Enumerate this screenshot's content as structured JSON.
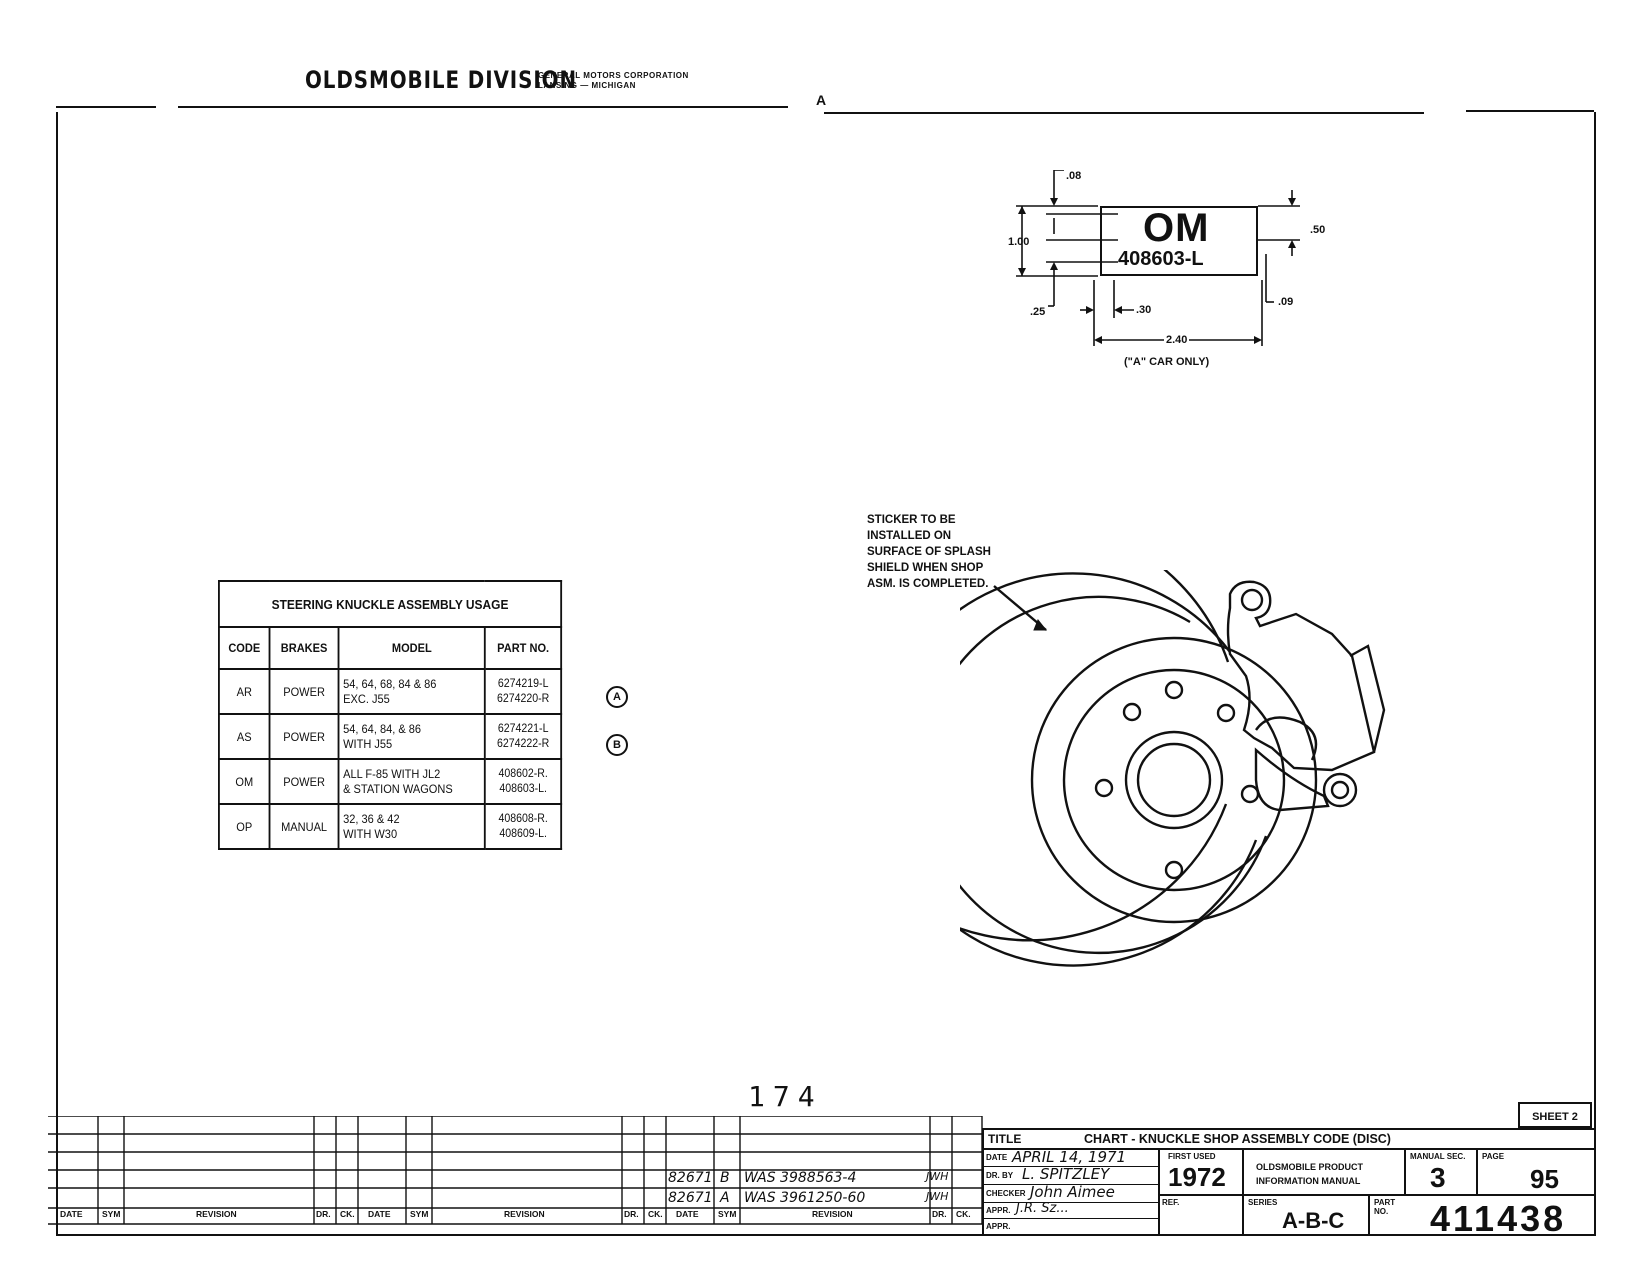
{
  "header": {
    "division": "OLDSMOBILE DIVISION",
    "corporation": "GENERAL MOTORS CORPORATION",
    "location": "LANSING — MICHIGAN",
    "top_mark": "A"
  },
  "usage_table": {
    "title": "STEERING KNUCKLE ASSEMBLY USAGE",
    "columns": [
      "CODE",
      "BRAKES",
      "MODEL",
      "PART NO."
    ],
    "rows": [
      {
        "code": "AR",
        "brakes": "POWER",
        "model_1": "54, 64, 68, 84 & 86",
        "model_2": "EXC. J55",
        "part_1": "6274219-L",
        "part_2": "6274220-R",
        "mark": "A"
      },
      {
        "code": "AS",
        "brakes": "POWER",
        "model_1": "54, 64, 84, & 86",
        "model_2": "WITH J55",
        "part_1": "6274221-L",
        "part_2": "6274222-R",
        "mark": "B"
      },
      {
        "code": "OM",
        "brakes": "POWER",
        "model_1": "ALL F-85 WITH JL2",
        "model_2": "& STATION WAGONS",
        "part_1": "408602-R.",
        "part_2": "408603-L.",
        "mark": ""
      },
      {
        "code": "OP",
        "brakes": "MANUAL",
        "model_1": "32, 36 & 42",
        "model_2": "WITH W30",
        "part_1": "408608-R.",
        "part_2": "408609-L.",
        "mark": ""
      }
    ]
  },
  "sticker": {
    "code": "OM",
    "part": "408603-L",
    "dims": {
      "d008": ".08",
      "d100": "1.00",
      "d050": ".50",
      "d009": ".09",
      "d025": ".25",
      "d030": ".30",
      "d240": "2.40"
    },
    "caption": "(\"A\" CAR ONLY)"
  },
  "callout": {
    "lines": [
      "STICKER TO BE",
      "INSTALLED ON",
      "SURFACE OF SPLASH",
      "SHIELD WHEN SHOP",
      "ASM. IS COMPLETED."
    ]
  },
  "page_mark": "174",
  "sheet": "SHEET 2",
  "revision_block": {
    "headers_left": [
      "DATE",
      "SYM",
      "REVISION",
      "DR.",
      "CK."
    ],
    "headers_mid": [
      "DATE",
      "SYM",
      "REVISION",
      "DR.",
      "CK."
    ],
    "headers_right": [
      "DATE",
      "SYM",
      "REVISION",
      "DR.",
      "CK."
    ],
    "entries": [
      {
        "date": "82671",
        "sym": "B",
        "revision": "WAS 3988563-4",
        "initials": "JWH"
      },
      {
        "date": "82671",
        "sym": "A",
        "revision": "WAS 3961250-60",
        "initials": "JWH"
      }
    ]
  },
  "title_block": {
    "title_label": "TITLE",
    "title": "CHART - KNUCKLE SHOP ASSEMBLY CODE (DISC)",
    "date_label": "DATE",
    "date": "APRIL 14, 1971",
    "drawn_label": "DR. BY",
    "drawn_by": "L. SPITZLEY",
    "checker_label": "CHECKER",
    "checker": "John Aimee",
    "appr_label": "APPR.",
    "appr": "J.R. Sz...",
    "appr2_label": "APPR.",
    "first_used_label": "FIRST USED",
    "first_used": "1972",
    "ref_label": "REF.",
    "manual_label": "OLDSMOBILE PRODUCT INFORMATION MANUAL",
    "series_label": "SERIES",
    "series": "A-B-C",
    "manual_sec_label": "MANUAL SEC.",
    "manual_sec": "3",
    "page_label": "PAGE",
    "page": "95",
    "part_label": "PART NO.",
    "part_no": "411438"
  }
}
